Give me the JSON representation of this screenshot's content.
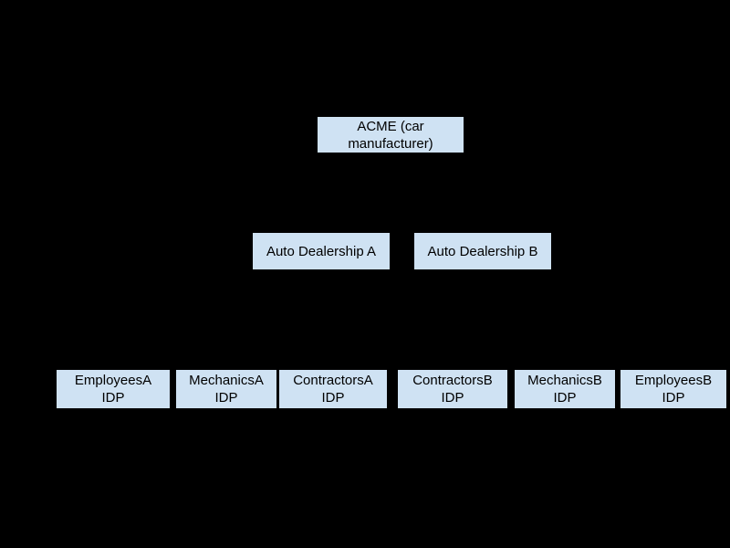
{
  "diagram": {
    "type": "hierarchy-diagram",
    "colors": {
      "background": "#000000",
      "node_fill": "#cfe2f3",
      "node_text": "#000000"
    },
    "nodes": {
      "acme": {
        "label": "ACME (car\nmanufacturer)",
        "level": 1
      },
      "dealership_a": {
        "label": "Auto Dealership A",
        "level": 2
      },
      "dealership_b": {
        "label": "Auto Dealership B",
        "level": 2
      },
      "employees_a_idp": {
        "label": "EmployeesA\nIDP",
        "level": 3
      },
      "mechanics_a_idp": {
        "label": "MechanicsA\nIDP",
        "level": 3
      },
      "contractors_a_idp": {
        "label": "ContractorsA\nIDP",
        "level": 3
      },
      "contractors_b_idp": {
        "label": "ContractorsB\nIDP",
        "level": 3
      },
      "mechanics_b_idp": {
        "label": "MechanicsB\nIDP",
        "level": 3
      },
      "employees_b_idp": {
        "label": "EmployeesB\nIDP",
        "level": 3
      }
    },
    "rows": [
      [
        "ACME (car manufacturer)"
      ],
      [
        "Auto Dealership A",
        "Auto Dealership B"
      ],
      [
        "EmployeesA IDP",
        "MechanicsA IDP",
        "ContractorsA IDP",
        "ContractorsB IDP",
        "MechanicsB IDP",
        "EmployeesB IDP"
      ]
    ]
  }
}
